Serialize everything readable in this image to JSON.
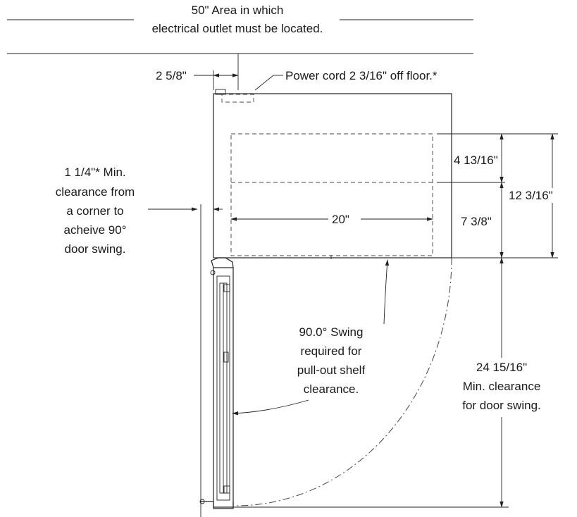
{
  "labels": {
    "outlet_area_line1": "50\" Area in which",
    "outlet_area_line2": "electrical outlet must be located.",
    "offset_2_5_8": "2 5/8\"",
    "power_cord": "Power cord 2 3/16\" off floor.*",
    "corner_line1": "1 1/4\"* Min.",
    "corner_line2": "clearance from",
    "corner_line3": "a corner to",
    "corner_line4": "acheive 90°",
    "corner_line5": "door swing.",
    "dim_4_13_16": "4 13/16\"",
    "dim_12_3_16": "12 3/16\"",
    "dim_7_3_8": "7 3/8\"",
    "dim_20": "20\"",
    "swing_line1": "90.0° Swing",
    "swing_line2": "required for",
    "swing_line3": "pull-out shelf",
    "swing_line4": "clearance.",
    "door_line1": "24 15/16\"",
    "door_line2": "Min. clearance",
    "door_line3": "for door swing."
  }
}
